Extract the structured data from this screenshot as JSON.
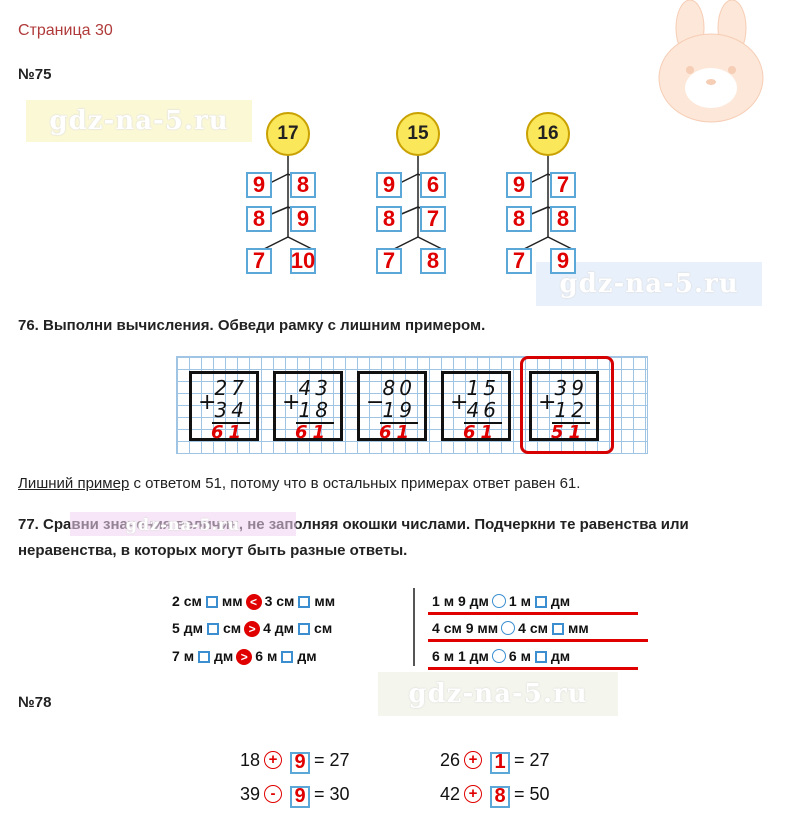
{
  "page": {
    "title": "Страница 30"
  },
  "watermark": "gdz-na-5.ru",
  "task75": {
    "header": "№75",
    "trees": [
      {
        "top": "17",
        "rows": [
          [
            "9",
            "8"
          ],
          [
            "8",
            "9"
          ],
          [
            "7",
            "10"
          ]
        ]
      },
      {
        "top": "15",
        "rows": [
          [
            "9",
            "6"
          ],
          [
            "8",
            "7"
          ],
          [
            "7",
            "8"
          ]
        ]
      },
      {
        "top": "16",
        "rows": [
          [
            "9",
            "7"
          ],
          [
            "8",
            "8"
          ],
          [
            "7",
            "9"
          ]
        ]
      }
    ]
  },
  "task76": {
    "header": "76. Выполни вычисления. Обведи рамку с лишним примером.",
    "examples": [
      {
        "op": "+",
        "a": "27",
        "b": "34",
        "ans": "61"
      },
      {
        "op": "+",
        "a": "43",
        "b": "18",
        "ans": "61"
      },
      {
        "op": "−",
        "a": "80",
        "b": "19",
        "ans": "61"
      },
      {
        "op": "+",
        "a": "15",
        "b": "46",
        "ans": "61"
      },
      {
        "op": "+",
        "a": "39",
        "b": "12",
        "ans": "51"
      }
    ],
    "explanation_underlined": "Лишний пример",
    "explanation_rest": " с ответом 51, потому что в остальных примерах ответ равен 61."
  },
  "task77": {
    "header_line1": "77. Сравни значения величин, не заполняя окошки числами. Подчеркни те равенства или",
    "header_line2": "неравенства, в которых могут быть разные ответы.",
    "left": [
      {
        "n1": "2",
        "u1": "см",
        "u2": "мм",
        "sign": "<",
        "n2": "3",
        "u3": "см",
        "u4": "мм"
      },
      {
        "n1": "5",
        "u1": "дм",
        "u2": "см",
        "sign": ">",
        "n2": "4",
        "u3": "дм",
        "u4": "см"
      },
      {
        "n1": "7",
        "u1": "м",
        "u2": "дм",
        "sign": ">",
        "n2": "6",
        "u3": "м",
        "u4": "дм"
      }
    ],
    "right": [
      {
        "n1": "1",
        "u1": "м",
        "n1b": "9",
        "u2": "дм",
        "n2": "1",
        "u3": "м",
        "u4": "дм"
      },
      {
        "n1": "4",
        "u1": "см",
        "n1b": "9",
        "u2": "мм",
        "n2": "4",
        "u3": "см",
        "u4": "мм"
      },
      {
        "n1": "6",
        "u1": "м",
        "n1b": "1",
        "u2": "дм",
        "n2": "6",
        "u3": "м",
        "u4": "дм"
      }
    ]
  },
  "task78": {
    "header": "№78",
    "equations": [
      {
        "a": "18",
        "op": "+",
        "box": "9",
        "res": "= 27"
      },
      {
        "a": "26",
        "op": "+",
        "box": "1",
        "res": "= 27"
      },
      {
        "a": "39",
        "op": "-",
        "box": "9",
        "res": "= 30"
      },
      {
        "a": "42",
        "op": "+",
        "box": "8",
        "res": "= 50"
      }
    ]
  },
  "colors": {
    "accent_red": "#e00000",
    "title_red": "#b03a3a",
    "box_blue": "#5aa7d8",
    "circle_yellow": "#fbe75a"
  }
}
